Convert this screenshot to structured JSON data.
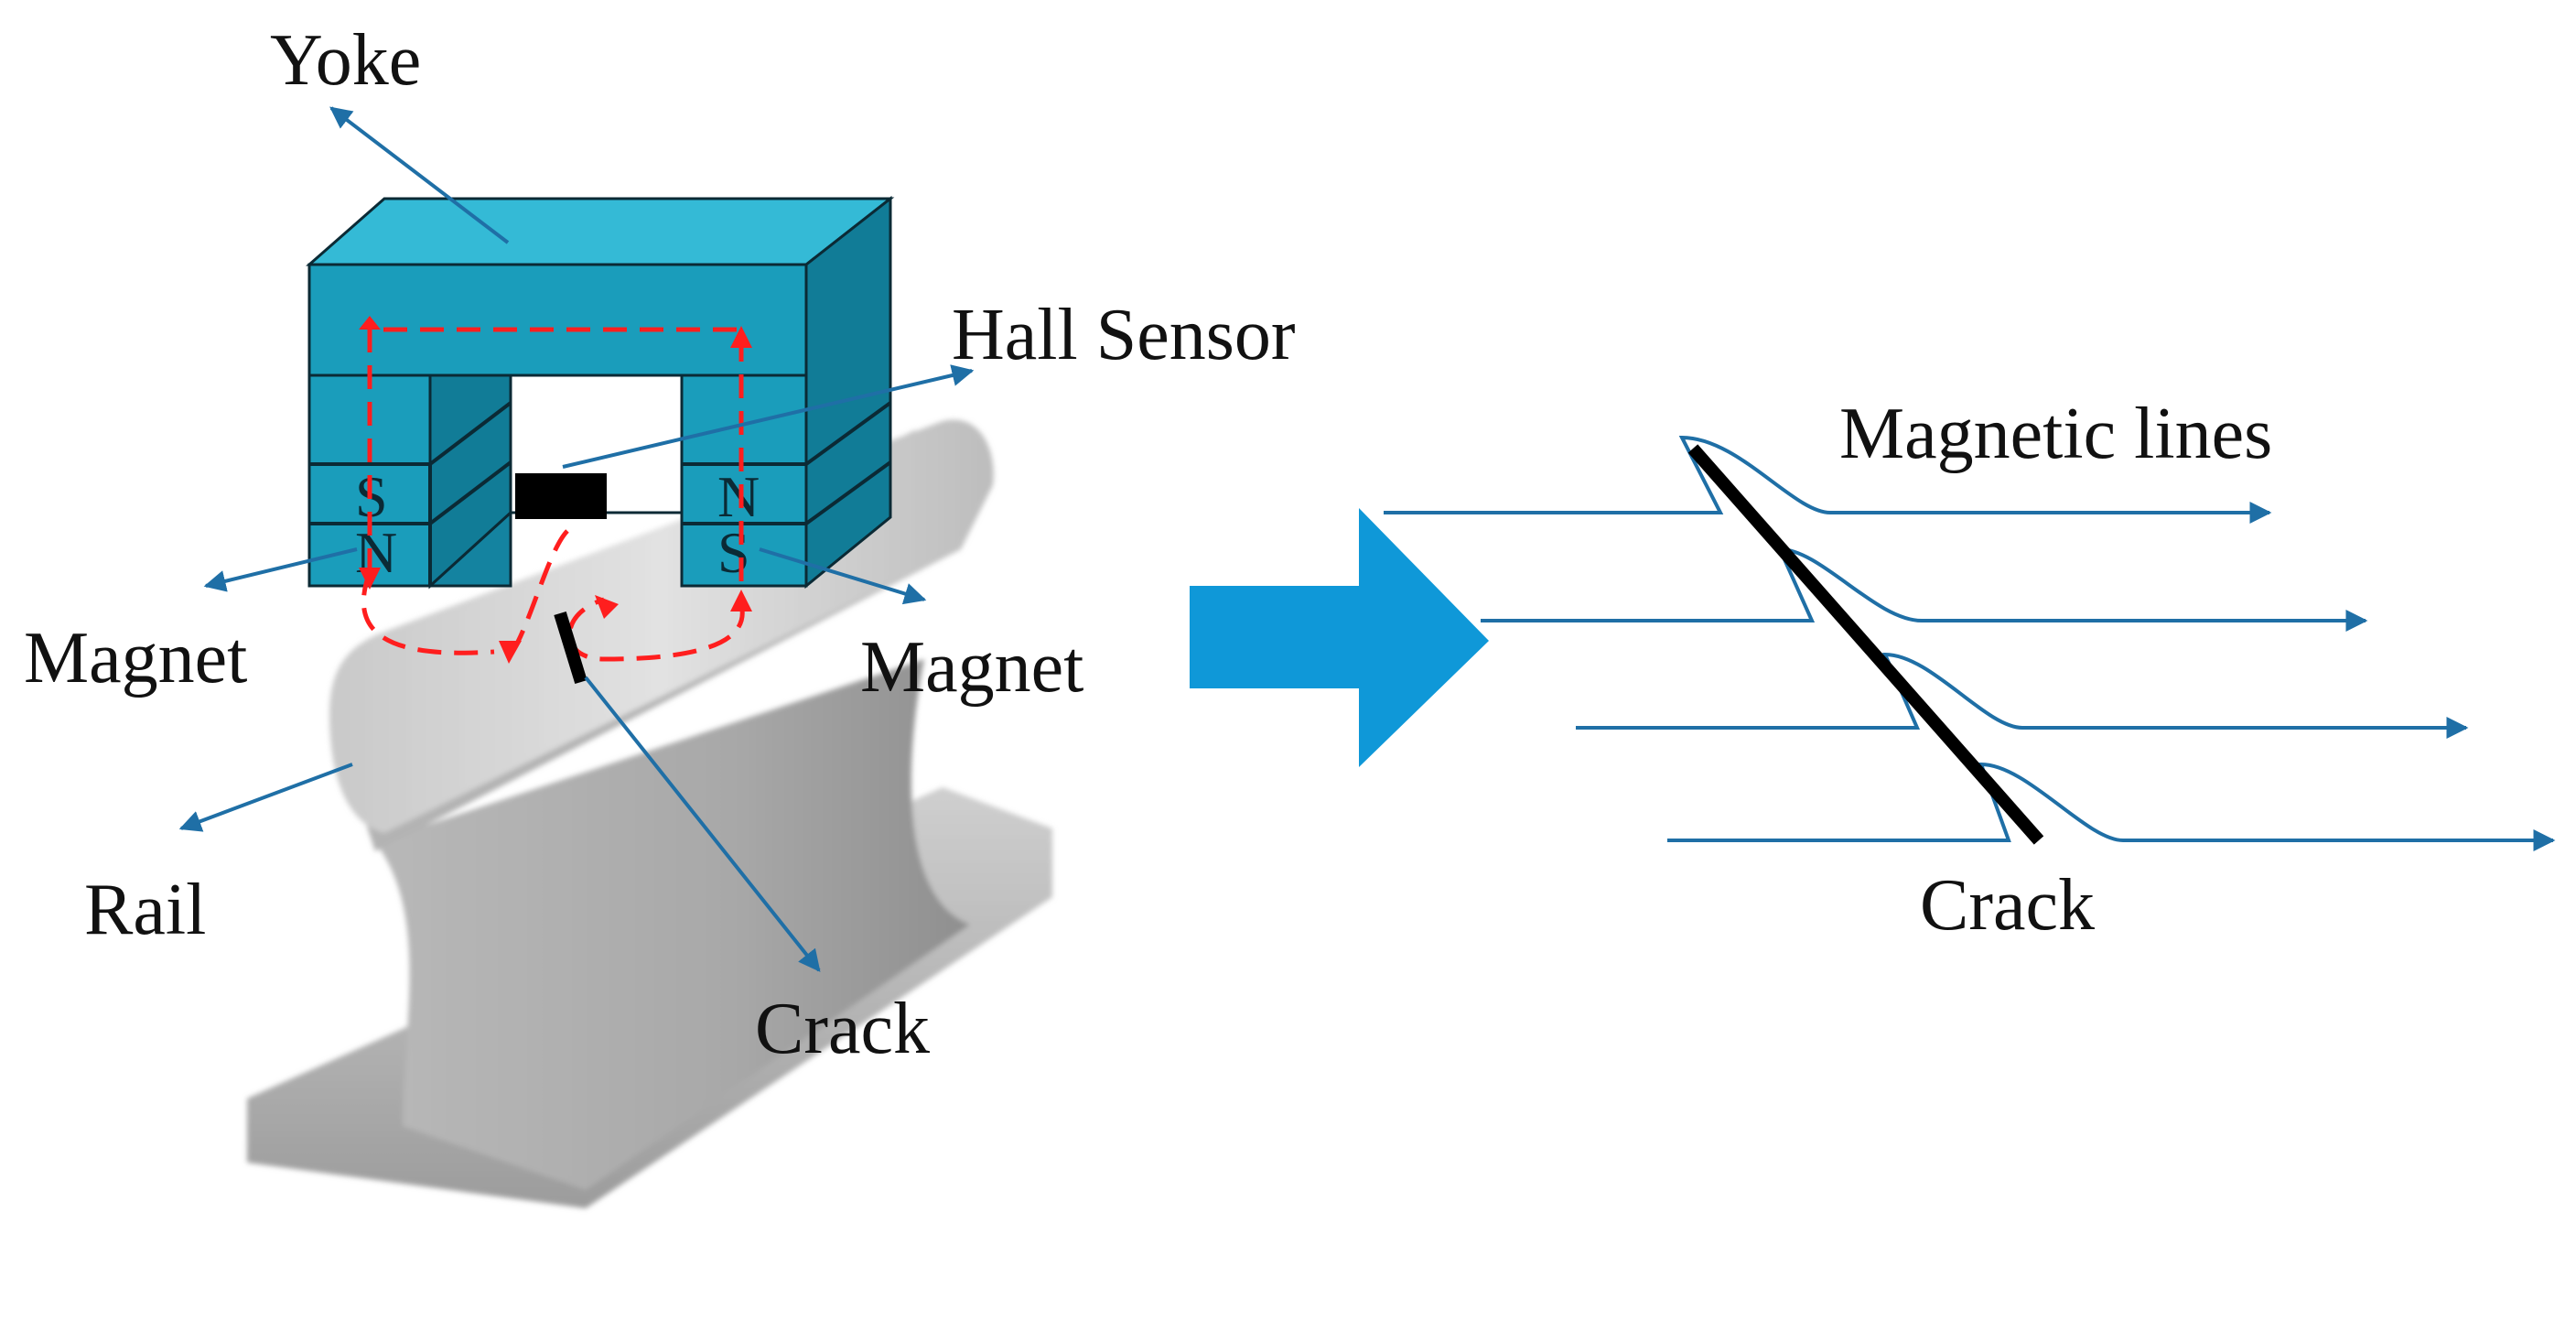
{
  "colors": {
    "yoke_front": "#1a9dbb",
    "yoke_top": "#34bad6",
    "yoke_side": "#117c97",
    "leader": "#1f6fa6",
    "flux_path": "#ff1e1e",
    "big_arrow": "#0f98d8",
    "rail_light": "#d6d6d6",
    "rail_dark": "#9f9f9f",
    "crack": "#000000"
  },
  "labels": {
    "yoke": "Yoke",
    "hall_sensor": "Hall Sensor",
    "magnet_left": "Magnet",
    "magnet_right": "Magnet",
    "rail": "Rail",
    "crack_left": "Crack",
    "magnetic_lines": "Magnetic lines",
    "crack_right": "Crack"
  },
  "poles": {
    "left_upper": "S",
    "left_lower": "N",
    "right_upper": "N",
    "right_lower": "S"
  }
}
